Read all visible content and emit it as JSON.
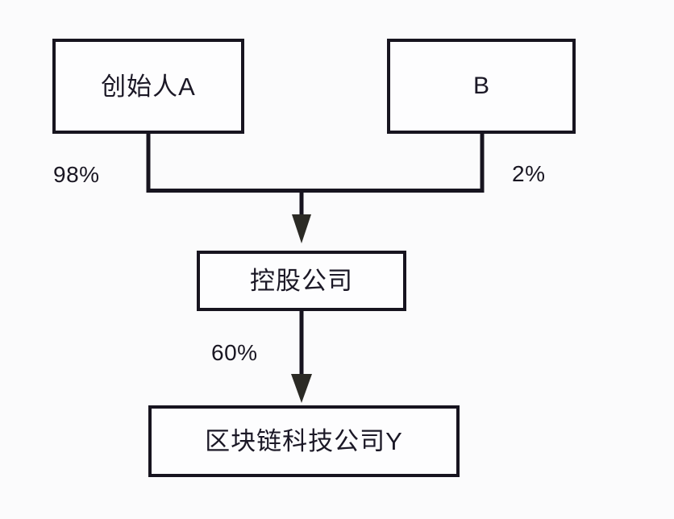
{
  "diagram": {
    "type": "org-ownership-structure",
    "background_color": "#fbfbfc",
    "line_color": "#17141f",
    "nodes": [
      {
        "id": "founder_a",
        "label": "创始人A",
        "role": "shareholder"
      },
      {
        "id": "b",
        "label": "B",
        "role": "shareholder"
      },
      {
        "id": "holding",
        "label": "控股公司",
        "role": "holding-company"
      },
      {
        "id": "target",
        "label": "区块链科技公司Y",
        "role": "operating-company"
      }
    ],
    "edges": [
      {
        "from": "founder_a",
        "to": "holding",
        "label": "98%",
        "arrow": true
      },
      {
        "from": "b",
        "to": "holding",
        "label": "2%",
        "arrow": true
      },
      {
        "from": "holding",
        "to": "target",
        "label": "60%",
        "arrow": true
      }
    ]
  }
}
